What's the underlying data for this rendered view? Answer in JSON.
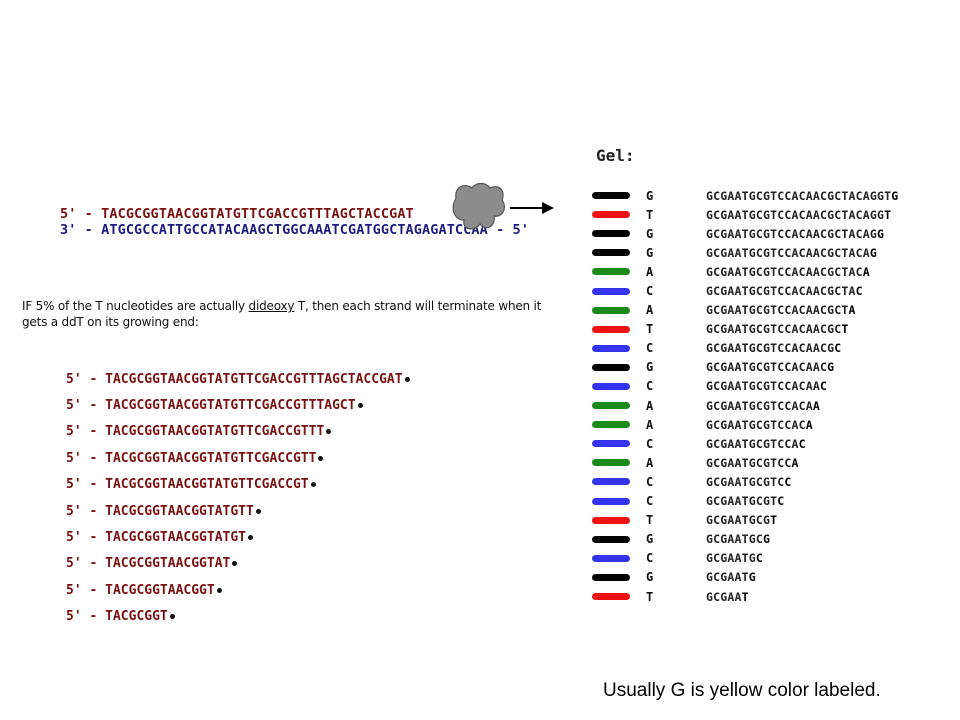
{
  "strands": {
    "top": "5' - TACGCGGTAACGGTATGTTCGACCGTTTAGCTACCGAT",
    "bottom": "3' - ATGCGCCATTGCCATACAAGCTGGCAAATCGATGGCTAGAGATCCAA - 5'"
  },
  "note": {
    "before": "IF 5% of the T nucleotides are actually ",
    "underlined": "dideoxy",
    "after": " T, then each strand will terminate when it gets a ddT on its growing end:"
  },
  "fragments": [
    "5' - TACGCGGTAACGGTATGTTCGACCGTTTAGCTACCGAT",
    "5' - TACGCGGTAACGGTATGTTCGACCGTTTAGCT",
    "5' - TACGCGGTAACGGTATGTTCGACCGTTT",
    "5' - TACGCGGTAACGGTATGTTCGACCGTT",
    "5' - TACGCGGTAACGGTATGTTCGACCGT",
    "5' - TACGCGGTAACGGTATGTT",
    "5' - TACGCGGTAACGGTATGT",
    "5' - TACGCGGTAACGGTAT",
    "5' - TACGCGGTAACGGT",
    "5' - TACGCGGT"
  ],
  "gel": {
    "label": "Gel:",
    "colors": {
      "G": "#000000",
      "T": "#ee1111",
      "A": "#1a8a1a",
      "C": "#3333ee"
    },
    "rows": [
      {
        "base": "G",
        "prefix": "GCGAATGCGTCCACAACGCTACAGGT",
        "last": "G"
      },
      {
        "base": "T",
        "prefix": "GCGAATGCGTCCACAACGCTACAGG",
        "last": "T"
      },
      {
        "base": "G",
        "prefix": "GCGAATGCGTCCACAACGCTACAG",
        "last": "G"
      },
      {
        "base": "G",
        "prefix": "GCGAATGCGTCCACAACGCTACA",
        "last": "G"
      },
      {
        "base": "A",
        "prefix": "GCGAATGCGTCCACAACGCTAC",
        "last": "A"
      },
      {
        "base": "C",
        "prefix": "GCGAATGCGTCCACAACGCTA",
        "last": "C"
      },
      {
        "base": "A",
        "prefix": "GCGAATGCGTCCACAACGCT",
        "last": "A"
      },
      {
        "base": "T",
        "prefix": "GCGAATGCGTCCACAACGC",
        "last": "T"
      },
      {
        "base": "C",
        "prefix": "GCGAATGCGTCCACAACG",
        "last": "C"
      },
      {
        "base": "G",
        "prefix": "GCGAATGCGTCCACAAC",
        "last": "G"
      },
      {
        "base": "C",
        "prefix": "GCGAATGCGTCCACAA",
        "last": "C"
      },
      {
        "base": "A",
        "prefix": "GCGAATGCGTCCACA",
        "last": "A"
      },
      {
        "base": "A",
        "prefix": "GCGAATGCGTCCAC",
        "last": "A"
      },
      {
        "base": "C",
        "prefix": "GCGAATGCGTCCA",
        "last": "C"
      },
      {
        "base": "A",
        "prefix": "GCGAATGCGTCC",
        "last": "A"
      },
      {
        "base": "C",
        "prefix": "GCGAATGCGTC",
        "last": "C"
      },
      {
        "base": "C",
        "prefix": "GCGAATGCGT",
        "last": "C"
      },
      {
        "base": "T",
        "prefix": "GCGAATGCG",
        "last": "T"
      },
      {
        "base": "G",
        "prefix": "GCGAATGC",
        "last": "G"
      },
      {
        "base": "C",
        "prefix": "GCGAATG",
        "last": "C"
      },
      {
        "base": "G",
        "prefix": "GCGAAT",
        "last": "G"
      },
      {
        "base": "T",
        "prefix": "GCGAA",
        "last": "T"
      }
    ]
  },
  "caption": "Usually G is yellow color labeled."
}
